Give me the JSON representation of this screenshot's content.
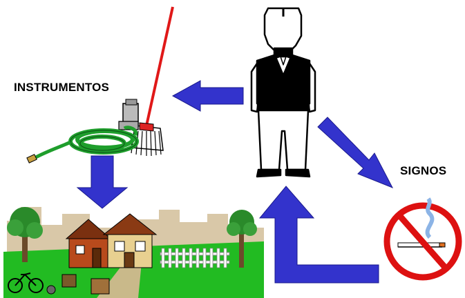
{
  "labels": {
    "instrumentos": "INSTRUMENTOS",
    "signos": "SIGNOS"
  },
  "colors": {
    "arrow": "#3333cc",
    "arrow_dark": "#1a1a8c",
    "hose": "#1f9e2c",
    "rake_handle": "#e01818",
    "no_sign": "#dd1111",
    "grass": "#22bb22",
    "sky": "#ffffff"
  },
  "icons": [
    "man-figure",
    "garden-tools-icon",
    "no-smoking-icon",
    "garden-scene"
  ]
}
